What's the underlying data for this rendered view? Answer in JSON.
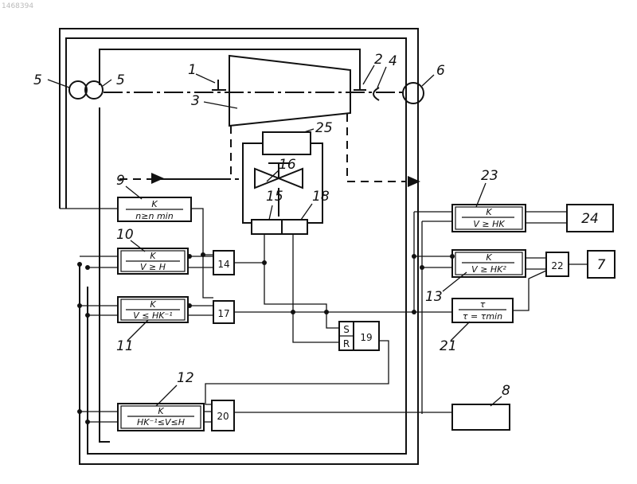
{
  "corner_code": "1468394",
  "labels": {
    "l1": "1",
    "l2": "2",
    "l3": "3",
    "l4": "4",
    "l5a": "5",
    "l5b": "5",
    "l6": "6",
    "l7": "7",
    "l8": "8",
    "l9": "9",
    "l10": "10",
    "l11": "11",
    "l12": "12",
    "l13": "13",
    "l14": "14",
    "l15": "15",
    "l16": "16",
    "l17": "17",
    "l18": "18",
    "l19": "19",
    "l20": "20",
    "l21": "21",
    "l22": "22",
    "l23": "23",
    "l24": "24",
    "l25": "25"
  },
  "formulas": {
    "b9_top": "K",
    "b9_bot": "n≥n min",
    "b10_top": "K",
    "b10_bot": "V ≥ H",
    "b11_top": "K",
    "b11_bot": "V ≤ HK⁻¹",
    "b12_top": "K",
    "b12_bot": "HK⁻¹≤V≤H",
    "b23_top": "K",
    "b23_bot": "V ≥ HK",
    "b13_top": "K",
    "b13_bot": "V ≥ HK²",
    "b21_top": "τ",
    "b21_bot": "τ = τmin"
  },
  "trigger": {
    "s": "S",
    "r": "R"
  }
}
